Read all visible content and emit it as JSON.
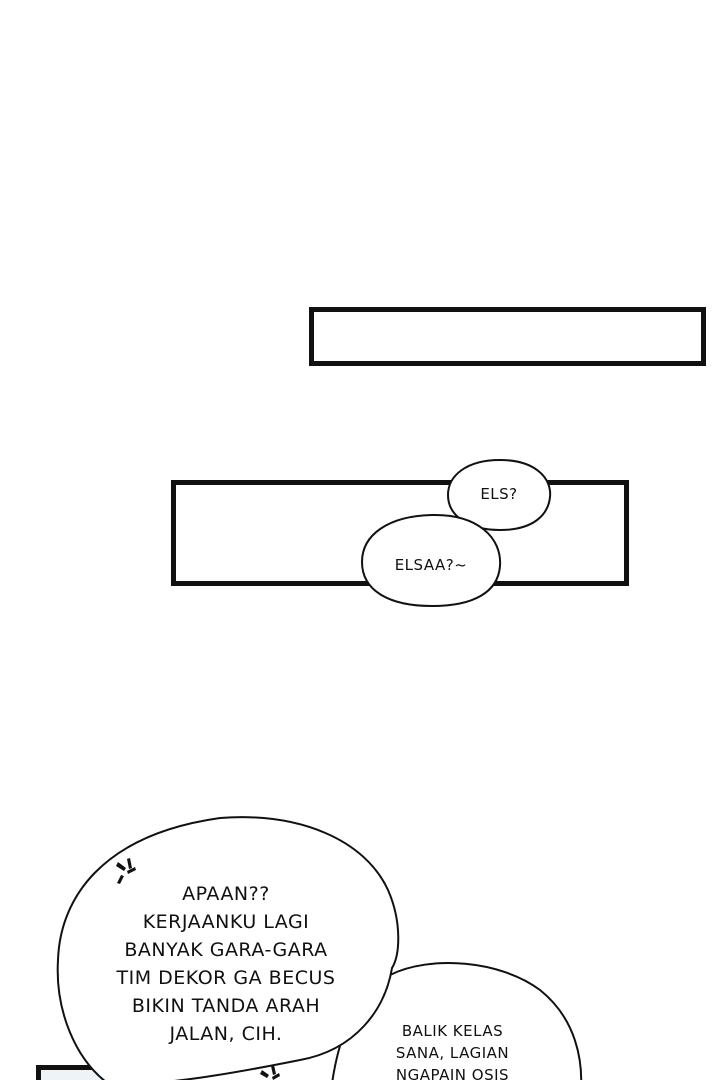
{
  "bubbles": {
    "els": "ELS?",
    "elsaa": "ELSAA?~",
    "main": "APAAN??\nKERJAANKU LAGI\nBANYAK GARA-GARA\nTIM DEKOR GA BECUS\nBIKIN TANDA ARAH\nJALAN, CIH.",
    "right": "BALIK KELAS\nSANA, LAGIAN\nNGAPAIN OSIS"
  },
  "icons": {
    "anger_mark_1": "anger-mark-icon",
    "anger_mark_2": "anger-mark-icon"
  },
  "colors": {
    "ink": "#111111",
    "paper": "#ffffff",
    "panel_tint": "#eef3f7"
  }
}
